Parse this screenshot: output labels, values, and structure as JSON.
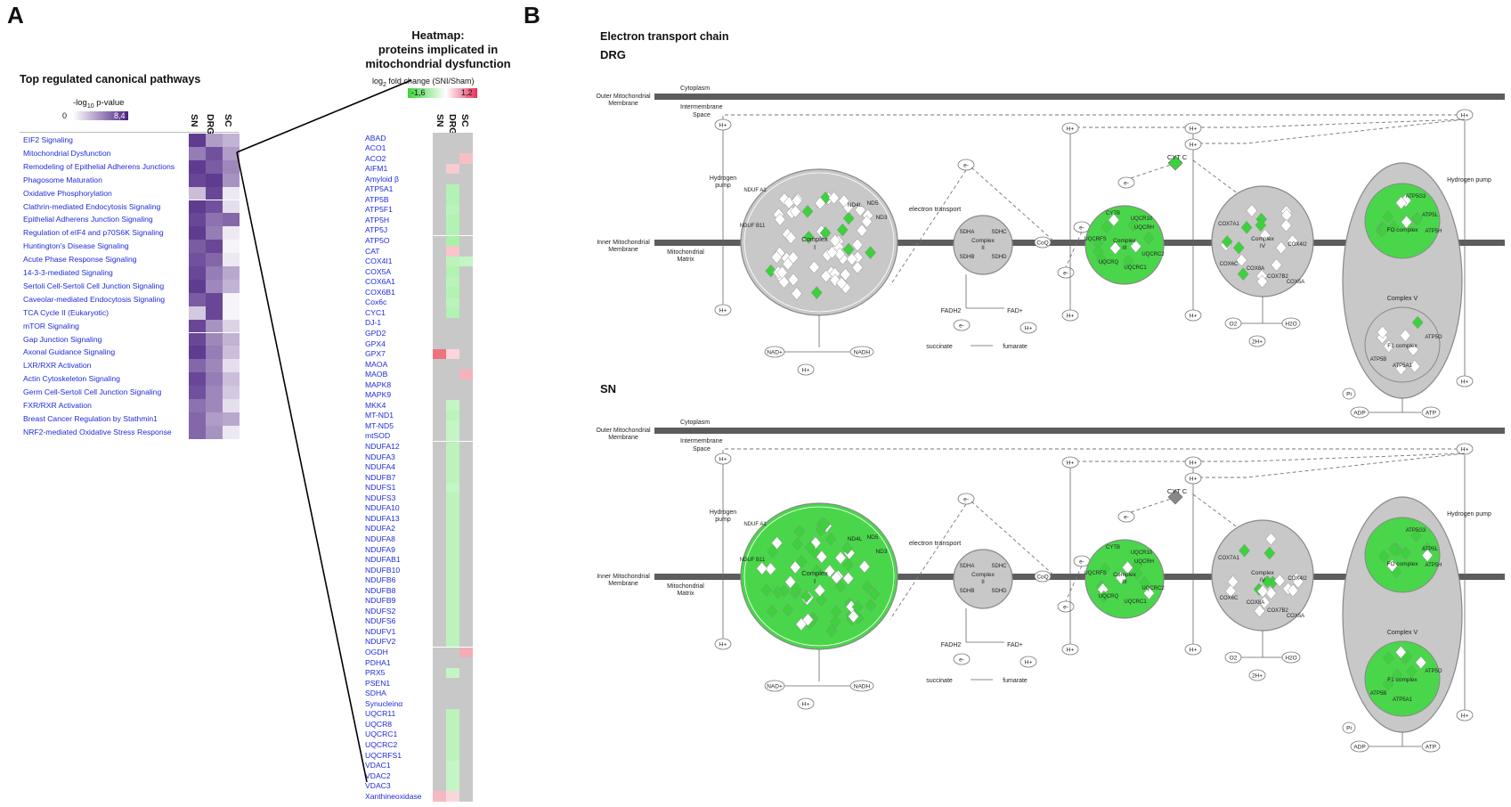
{
  "panel_a": {
    "letter": "A",
    "pathways_title": "Top regulated canonical pathways",
    "pvalue_scale": {
      "label_prefix": "-log",
      "label_sub": "10",
      "label_suffix": " p-value",
      "min": "0",
      "max": "8,4"
    },
    "pathway_columns": [
      "SN",
      "DRG",
      "SC"
    ],
    "pathways": [
      {
        "name": "EIF2 Signaling",
        "levels": [
          0.9,
          0.45,
          0.35
        ]
      },
      {
        "name": "Mitochondrial Dysfunction",
        "levels": [
          0.6,
          0.8,
          0.45
        ]
      },
      {
        "name": "Remodeling of Epithelial Adherens Junctions",
        "levels": [
          0.9,
          0.75,
          0.55
        ]
      },
      {
        "name": "Phagosome Maturation",
        "levels": [
          0.85,
          0.9,
          0.5
        ]
      },
      {
        "name": "Oxidative Phosphorylation",
        "levels": [
          0.3,
          0.85,
          0.1
        ]
      },
      {
        "name": "Clathrin-mediated Endocytosis Signaling",
        "levels": [
          0.9,
          0.8,
          0.15
        ]
      },
      {
        "name": "Epithelial Adherens Junction Signaling",
        "levels": [
          0.85,
          0.65,
          0.7
        ]
      },
      {
        "name": "Regulation of eIF4 and p70S6K Signaling",
        "levels": [
          0.9,
          0.6,
          0.1
        ]
      },
      {
        "name": "Huntington's Disease Signaling",
        "levels": [
          0.75,
          0.85,
          0.05
        ]
      },
      {
        "name": "Acute Phase Response Signaling",
        "levels": [
          0.8,
          0.7,
          0.1
        ]
      },
      {
        "name": "14-3-3-mediated Signaling",
        "levels": [
          0.85,
          0.6,
          0.4
        ]
      },
      {
        "name": "Sertoli Cell-Sertoli Cell Junction Signaling",
        "levels": [
          0.9,
          0.55,
          0.35
        ]
      },
      {
        "name": "Caveolar-mediated Endocytosis Signaling",
        "levels": [
          0.75,
          0.85,
          0.05
        ]
      },
      {
        "name": "TCA Cycle II (Eukaryotic)",
        "levels": [
          0.25,
          0.85,
          0.05
        ]
      },
      {
        "name": "mTOR Signaling",
        "levels": [
          0.85,
          0.5,
          0.2
        ]
      },
      {
        "name": "Gap Junction Signaling",
        "levels": [
          0.85,
          0.55,
          0.35
        ]
      },
      {
        "name": "Axonal Guidance Signaling",
        "levels": [
          0.9,
          0.6,
          0.3
        ]
      },
      {
        "name": "LXR/RXR Activation",
        "levels": [
          0.7,
          0.55,
          0.15
        ]
      },
      {
        "name": "Actin Cytoskeleton Signaling",
        "levels": [
          0.85,
          0.6,
          0.3
        ]
      },
      {
        "name": "Germ Cell-Sertoli Cell Junction Signaling",
        "levels": [
          0.8,
          0.55,
          0.25
        ]
      },
      {
        "name": "FXR/RXR Activation",
        "levels": [
          0.65,
          0.55,
          0.15
        ]
      },
      {
        "name": "Breast Cancer Regulation by Stathmin1",
        "levels": [
          0.7,
          0.45,
          0.4
        ]
      },
      {
        "name": "NRF2-mediated Oxidative Stress Response",
        "levels": [
          0.7,
          0.5,
          0.1
        ]
      }
    ],
    "heatmap_title": [
      "Heatmap:",
      "proteins implicated in",
      "mitochondrial dysfunction"
    ],
    "fold_change_scale": {
      "label_prefix": "log",
      "label_sub": "2",
      "label_suffix": " fold change (SNI/Sham)",
      "min": "-1,6",
      "max": "1,2"
    },
    "heatmap_columns": [
      "SN",
      "DRG",
      "SC"
    ],
    "proteins": [
      {
        "name": "ABAD",
        "fc": [
          0,
          0,
          0
        ]
      },
      {
        "name": "ACO1",
        "fc": [
          0,
          0,
          0
        ]
      },
      {
        "name": "ACO2",
        "fc": [
          0,
          0,
          0.25
        ]
      },
      {
        "name": "AIFM1",
        "fc": [
          0,
          0.15,
          0
        ]
      },
      {
        "name": "Amyloid β",
        "fc": [
          0,
          0,
          0
        ]
      },
      {
        "name": "ATP5A1",
        "fc": [
          0,
          -0.3,
          0
        ]
      },
      {
        "name": "ATP5B",
        "fc": [
          0,
          -0.3,
          0
        ]
      },
      {
        "name": "ATP5F1",
        "fc": [
          0,
          -0.25,
          0
        ]
      },
      {
        "name": "ATP5H",
        "fc": [
          0,
          -0.3,
          0
        ]
      },
      {
        "name": "ATP5J",
        "fc": [
          0,
          -0.3,
          0
        ]
      },
      {
        "name": "ATP5O",
        "fc": [
          0,
          -0.35,
          0
        ]
      },
      {
        "name": "CAT",
        "fc": [
          0,
          0.2,
          0
        ]
      },
      {
        "name": "COX4I1",
        "fc": [
          0,
          -0.25,
          -0.2
        ]
      },
      {
        "name": "COX5A",
        "fc": [
          0,
          -0.3,
          0
        ]
      },
      {
        "name": "COX6A1",
        "fc": [
          0,
          -0.25,
          0
        ]
      },
      {
        "name": "COX6B1",
        "fc": [
          0,
          -0.3,
          0
        ]
      },
      {
        "name": "Cox6c",
        "fc": [
          0,
          -0.25,
          0
        ]
      },
      {
        "name": "CYC1",
        "fc": [
          0,
          -0.3,
          0
        ]
      },
      {
        "name": "DJ-1",
        "fc": [
          0,
          0,
          0
        ]
      },
      {
        "name": "GPD2",
        "fc": [
          0,
          0,
          0
        ]
      },
      {
        "name": "GPX4",
        "fc": [
          0,
          0,
          0
        ]
      },
      {
        "name": "GPX7",
        "fc": [
          0.9,
          0.05,
          0
        ]
      },
      {
        "name": "MAOA",
        "fc": [
          0,
          0,
          0
        ]
      },
      {
        "name": "MAOB",
        "fc": [
          0,
          0,
          0.35
        ]
      },
      {
        "name": "MAPK8",
        "fc": [
          0,
          0,
          0
        ]
      },
      {
        "name": "MAPK9",
        "fc": [
          0,
          0,
          0
        ]
      },
      {
        "name": "MKK4",
        "fc": [
          0,
          -0.2,
          0
        ]
      },
      {
        "name": "MT-ND1",
        "fc": [
          0,
          -0.25,
          0
        ]
      },
      {
        "name": "MT-ND5",
        "fc": [
          0,
          -0.2,
          0
        ]
      },
      {
        "name": "mtSOD",
        "fc": [
          0,
          -0.2,
          0
        ]
      },
      {
        "name": "NDUFA12",
        "fc": [
          0,
          -0.25,
          0
        ]
      },
      {
        "name": "NDUFA3",
        "fc": [
          0,
          -0.25,
          0
        ]
      },
      {
        "name": "NDUFA4",
        "fc": [
          0,
          -0.25,
          0
        ]
      },
      {
        "name": "NDUFB7",
        "fc": [
          0,
          -0.25,
          0
        ]
      },
      {
        "name": "NDUFS1",
        "fc": [
          0,
          -0.2,
          0
        ]
      },
      {
        "name": "NDUFS3",
        "fc": [
          0,
          -0.25,
          0
        ]
      },
      {
        "name": "NDUFA10",
        "fc": [
          0,
          -0.25,
          0
        ]
      },
      {
        "name": "NDUFA13",
        "fc": [
          0,
          -0.25,
          0
        ]
      },
      {
        "name": "NDUFA2",
        "fc": [
          0,
          -0.25,
          0
        ]
      },
      {
        "name": "NDUFA8",
        "fc": [
          0,
          -0.25,
          0
        ]
      },
      {
        "name": "NDUFA9",
        "fc": [
          0,
          -0.25,
          0
        ]
      },
      {
        "name": "NDUFAB1",
        "fc": [
          0,
          -0.25,
          0
        ]
      },
      {
        "name": "NDUFB10",
        "fc": [
          0,
          -0.25,
          0
        ]
      },
      {
        "name": "NDUFB6",
        "fc": [
          0,
          -0.25,
          0
        ]
      },
      {
        "name": "NDUFB8",
        "fc": [
          0,
          -0.25,
          0
        ]
      },
      {
        "name": "NDUFB9",
        "fc": [
          0,
          -0.25,
          0
        ]
      },
      {
        "name": "NDUFS2",
        "fc": [
          0,
          -0.25,
          0
        ]
      },
      {
        "name": "NDUFS6",
        "fc": [
          0,
          -0.25,
          0
        ]
      },
      {
        "name": "NDUFV1",
        "fc": [
          0,
          -0.25,
          0
        ]
      },
      {
        "name": "NDUFV2",
        "fc": [
          0,
          -0.25,
          0
        ]
      },
      {
        "name": "OGDH",
        "fc": [
          0,
          0,
          0.4
        ]
      },
      {
        "name": "PDHA1",
        "fc": [
          0,
          0,
          0
        ]
      },
      {
        "name": "PRX5",
        "fc": [
          0,
          -0.2,
          0
        ]
      },
      {
        "name": "PSEN1",
        "fc": [
          0,
          0,
          0
        ]
      },
      {
        "name": "SDHA",
        "fc": [
          0,
          0,
          0
        ]
      },
      {
        "name": "Synucleinα",
        "fc": [
          0,
          0,
          0
        ]
      },
      {
        "name": "UQCR11",
        "fc": [
          0,
          -0.25,
          0
        ]
      },
      {
        "name": "UQCR8",
        "fc": [
          0,
          -0.25,
          0
        ]
      },
      {
        "name": "UQCRC1",
        "fc": [
          0,
          -0.25,
          0
        ]
      },
      {
        "name": "UQCRC2",
        "fc": [
          0,
          -0.25,
          0
        ]
      },
      {
        "name": "UQCRFS1",
        "fc": [
          0,
          -0.25,
          0
        ]
      },
      {
        "name": "VDAC1",
        "fc": [
          0,
          -0.2,
          0
        ]
      },
      {
        "name": "VDAC2",
        "fc": [
          0,
          -0.2,
          0
        ]
      },
      {
        "name": "VDAC3",
        "fc": [
          0,
          -0.2,
          0
        ]
      },
      {
        "name": "Xanthineoxidase",
        "fc": [
          0.3,
          0.05,
          0
        ]
      }
    ]
  },
  "panel_b": {
    "letter": "B",
    "title": "Electron transport chain",
    "diagrams": [
      {
        "label": "DRG",
        "complex1_green": false,
        "complex5_lower_green": false
      },
      {
        "label": "SN",
        "complex1_green": true,
        "complex5_lower_green": true
      }
    ],
    "labels": {
      "outer_membrane_1": "Outer Mitochondrial",
      "outer_membrane_2": "Membrane",
      "cytoplasm": "Cytoplasm",
      "intermembrane_1": "Intermembrane",
      "intermembrane_2": "Space",
      "inner_membrane_1": "Inner Mitochondrial",
      "inner_membrane_2": "Membrane",
      "matrix_1": "Mitochondrial",
      "matrix_2": "Matrix",
      "hpump_1": "Hydrogen",
      "hpump_2": "pump",
      "hydrogen_pump": "Hydrogen pump",
      "electron_transport": "electron transport",
      "h": "H+",
      "e": "e-",
      "cytc": "CYT C",
      "coq": "CoQ",
      "complex1": "Complex",
      "complex1_num": "I",
      "complex2": "Complex",
      "complex2_num": "II",
      "complex3": "Complex",
      "complex3_num": "III",
      "complex4": "Complex",
      "complex4_num": "IV",
      "complex5": "Complex V",
      "fo_complex": "FO complex",
      "f1_complex": "F1 complex",
      "fadh2": "FADH2",
      "fad": "FAD+",
      "succinate": "succinate",
      "fumarate": "fumarate",
      "nad": "NAD+",
      "nadh": "NADH",
      "o2": "O2",
      "h2o": "H2O",
      "twoh": "2H+",
      "pi": "Pi",
      "adp": "ADP",
      "atp": "ATP",
      "sdha": "SDHA",
      "sdhb": "SDHB",
      "sdhc": "SDHC",
      "sdhd": "SDHD",
      "uqcr10": "UQCR10",
      "uqcrh": "UQCRH",
      "uqcrfs": "UQCRFS",
      "uqcrq": "UQCRQ",
      "uqcrc2": "UQCRC2",
      "uqcrc1": "UQCRC1",
      "cytb": "CYTB",
      "cox7a1": "COX7A1",
      "cox4i2": "COX4I2",
      "cox6c": "COX6C",
      "cox5a": "COX5A",
      "cox8a": "COX8A",
      "cox7b2": "COX7B2",
      "atp5g3": "ATP5G3",
      "atp5h": "ATP5H",
      "atp5l": "ATP5L",
      "atp5o": "ATP5O",
      "atp5a1": "ATP5A1",
      "atp5b": "ATP5B",
      "nd4l": "ND4L",
      "nd3": "ND3",
      "nd5": "ND5",
      "ndufa1": "NDUF A1",
      "ndufb11": "NDUF B11"
    }
  }
}
